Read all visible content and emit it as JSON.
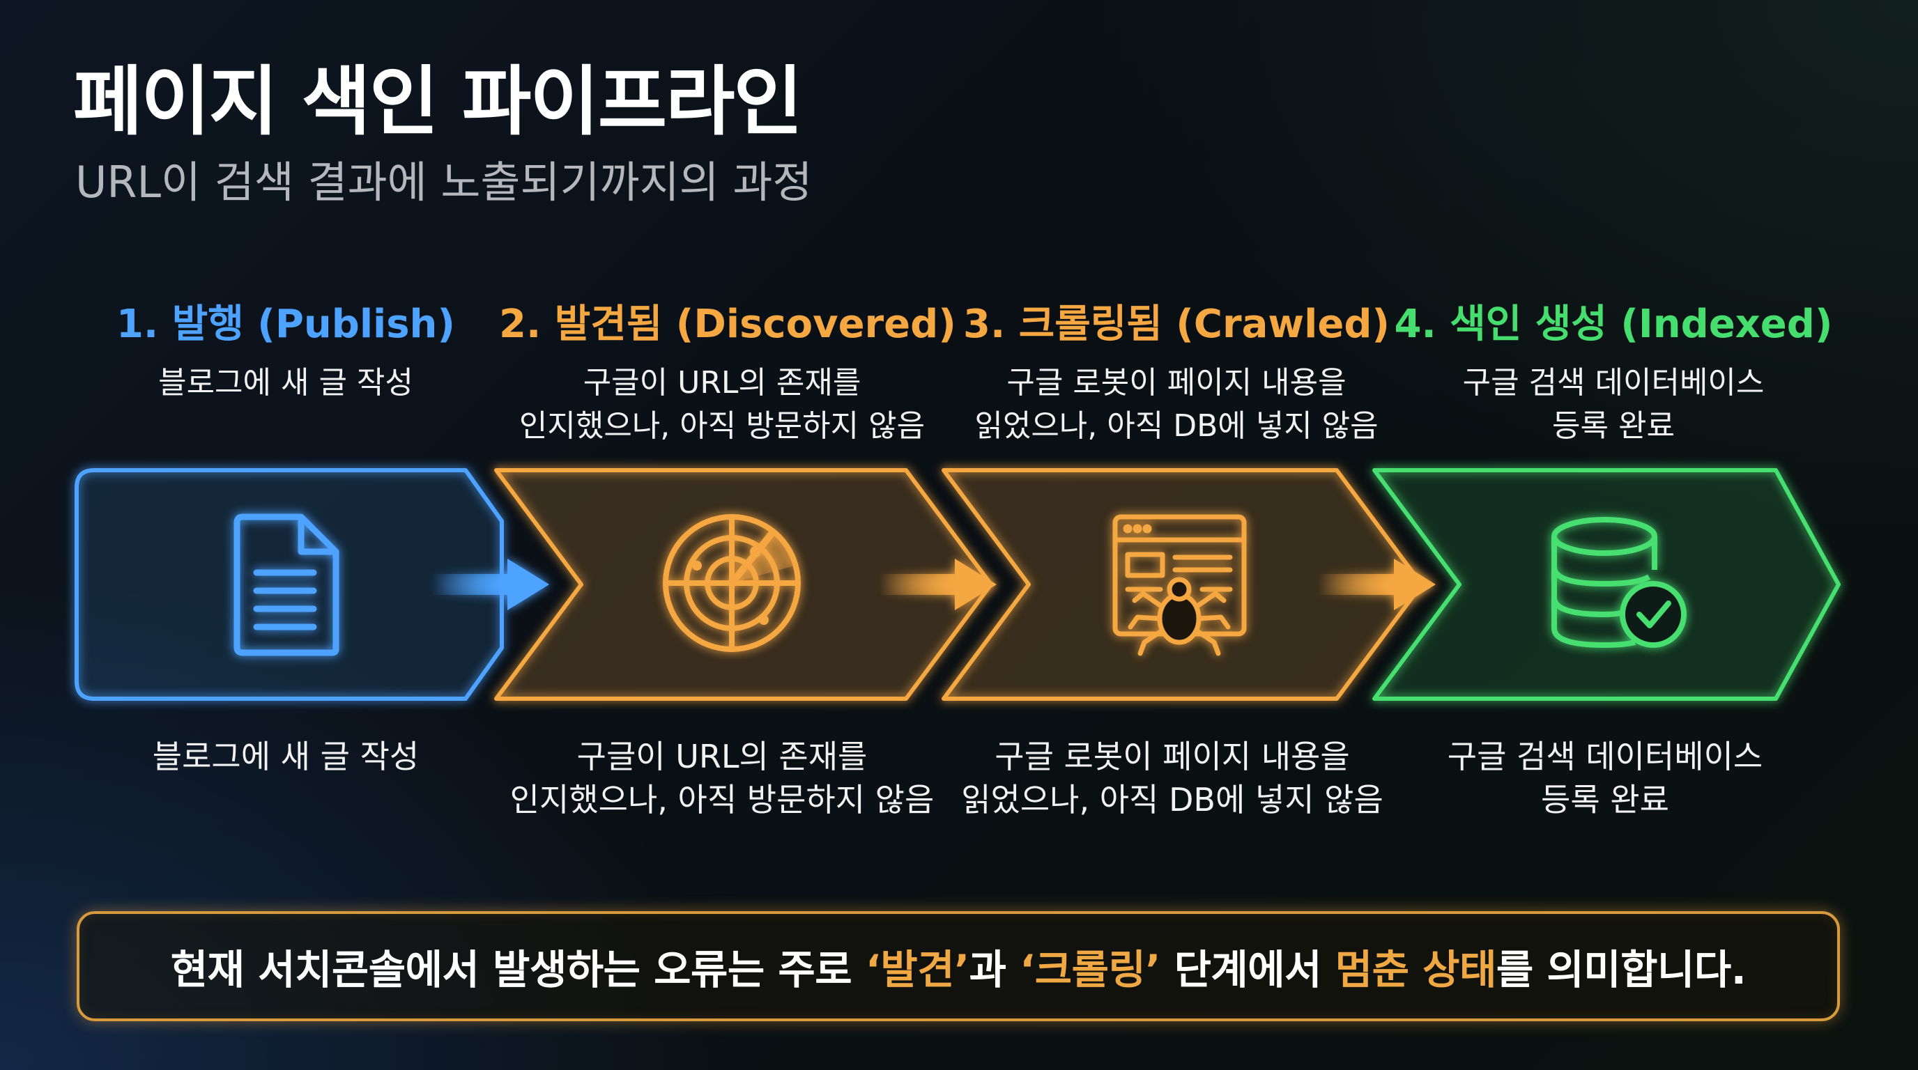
{
  "header": {
    "title": "페이지 색인 파이프라인",
    "subtitle": "URL이 검색 결과에 노출되기까지의 과정"
  },
  "stages": [
    {
      "title": "1. 발행 (Publish)",
      "description_lines": [
        "블로그에 새 글 작성"
      ],
      "color": "#4da3ff",
      "icon": "document-icon"
    },
    {
      "title": "2. 발견됨 (Discovered)",
      "description_lines": [
        "구글이 URL의 존재를",
        "인지했으나, 아직 방문하지 않음"
      ],
      "color": "#f5a742",
      "icon": "radar-icon"
    },
    {
      "title": "3. 크롤링됨 (Crawled)",
      "description_lines": [
        "구글 로봇이 페이지 내용을",
        "읽었으나, 아직 DB에 넣지 않음"
      ],
      "color": "#f5a742",
      "icon": "web-page-spider-icon"
    },
    {
      "title": "4. 색인 생성 (Indexed)",
      "description_lines": [
        "구글 검색 데이터베이스",
        "등록 완료"
      ],
      "color": "#46df6f",
      "icon": "database-check-icon"
    }
  ],
  "callout": {
    "part1": "현재 서치콘솔에서 발생하는 오류는 주로 ",
    "highlight1": "‘발견’",
    "part2": "과 ",
    "highlight2": "‘크롤링’",
    "part3": " 단계에서 ",
    "highlight3": "멈춘 상태",
    "part4": "를 의미합니다.",
    "border_color": "#d79a3c",
    "highlight_color": "#f0a844"
  }
}
